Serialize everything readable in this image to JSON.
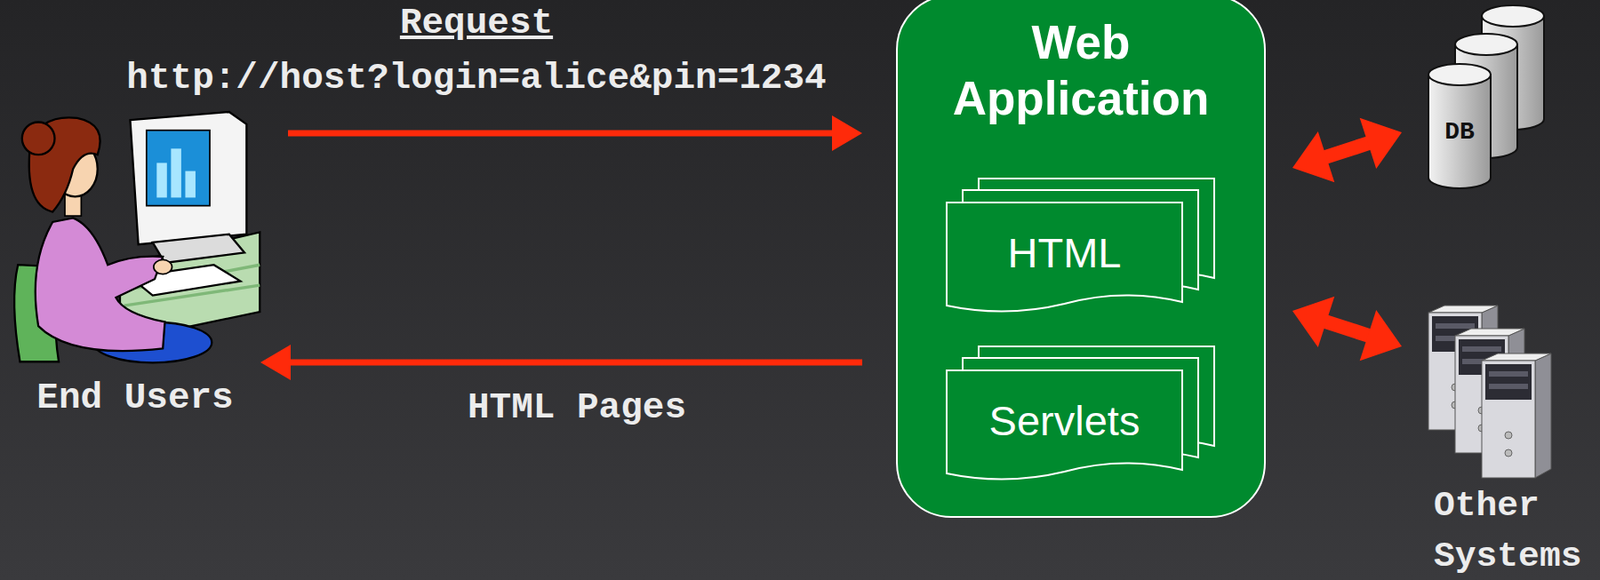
{
  "diagram": {
    "nodes": [
      {
        "text": [
          "End Users"
        ]
      },
      {
        "text": [
          "Web Application"
        ]
      },
      {
        "text": [
          "HTML"
        ],
        "in": 1
      },
      {
        "text": [
          "Servlets"
        ],
        "in": 1
      },
      {
        "text": [
          "DB"
        ]
      },
      {
        "text": [
          "Other Systems"
        ]
      }
    ],
    "edges": [
      {
        "from": 0,
        "to": 1,
        "label": "Request",
        "arrow": "to"
      },
      {
        "from": 1,
        "to": 0,
        "label": "HTML Pages",
        "arrow": "to"
      },
      {
        "from": 1,
        "to": 4,
        "arrow": "both"
      },
      {
        "from": 1,
        "to": 5,
        "arrow": "both"
      }
    ],
    "labels": [
      "http://host?login=alice&pin=1234"
    ]
  }
}
